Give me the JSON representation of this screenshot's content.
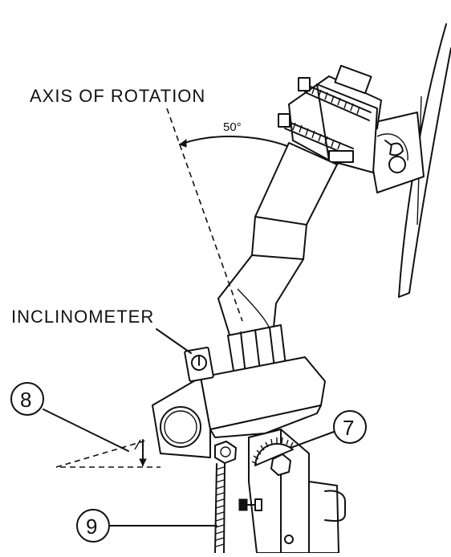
{
  "labels": {
    "axis_of_rotation": "AXIS OF ROTATION",
    "angle": "50°",
    "inclinometer": "INCLINOMETER"
  },
  "callouts": {
    "c8": "8",
    "c7": "7",
    "c9": "9"
  },
  "indicator": {
    "bubble_mark": "0"
  }
}
